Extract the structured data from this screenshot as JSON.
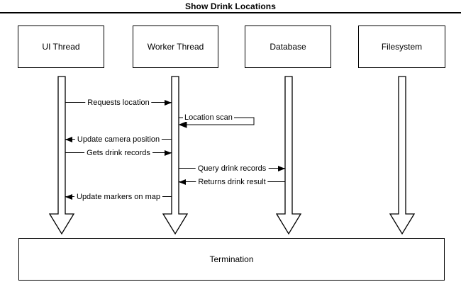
{
  "diagram": {
    "title": "Show Drink Locations",
    "actors": [
      {
        "label": "UI Thread"
      },
      {
        "label": "Worker Thread"
      },
      {
        "label": "Database"
      },
      {
        "label": "Filesystem"
      }
    ],
    "messages": [
      {
        "label": "Requests location",
        "from": "UI Thread",
        "to": "Worker Thread",
        "direction": "right"
      },
      {
        "label": "Location scan",
        "from": "Worker Thread",
        "to": "Worker Thread",
        "direction": "self"
      },
      {
        "label": "Update camera position",
        "from": "Worker Thread",
        "to": "UI Thread",
        "direction": "left"
      },
      {
        "label": "Gets drink records",
        "from": "UI Thread",
        "to": "Worker Thread",
        "direction": "right"
      },
      {
        "label": "Query drink records",
        "from": "Worker Thread",
        "to": "Database",
        "direction": "right"
      },
      {
        "label": "Returns drink result",
        "from": "Database",
        "to": "Worker Thread",
        "direction": "left"
      },
      {
        "label": "Update markers on map",
        "from": "Worker Thread",
        "to": "UI Thread",
        "direction": "left"
      }
    ],
    "termination_label": "Termination",
    "colors": {
      "stroke": "#000000",
      "background": "#ffffff"
    }
  }
}
